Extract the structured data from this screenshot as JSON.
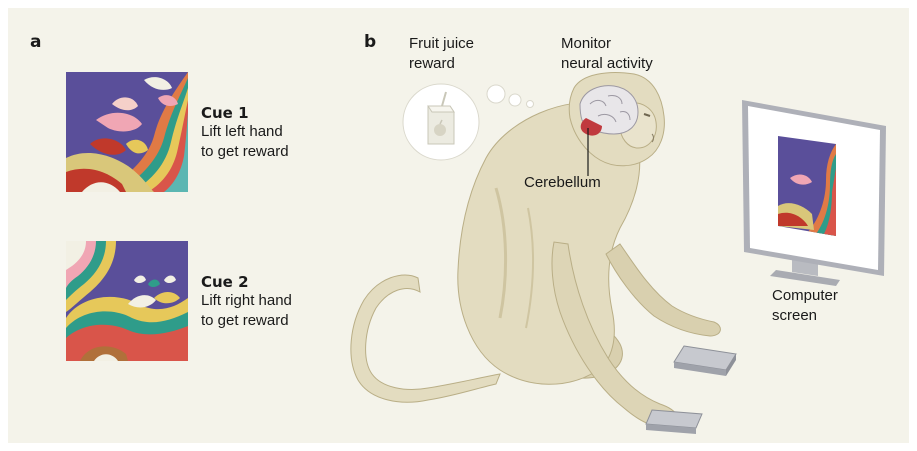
{
  "panel_a": {
    "letter": "a",
    "cues": [
      {
        "title": "Cue 1",
        "text": "Lift left hand\nto get reward"
      },
      {
        "title": "Cue 2",
        "text": "Lift right hand\nto get reward"
      }
    ]
  },
  "panel_b": {
    "letter": "b",
    "reward_label": "Fruit juice\nreward",
    "monitor_label": "Monitor\nneural activity",
    "cerebellum_label": "Cerebellum",
    "screen_label": "Computer\nscreen"
  },
  "colors": {
    "background": "#f4f3ea",
    "fur": "#e3dcc0",
    "fur_shadow": "#cfc5a1",
    "brain": "#e8e6e9",
    "cerebellum": "#c03a3e",
    "cue_background": "#5a4f9a"
  }
}
